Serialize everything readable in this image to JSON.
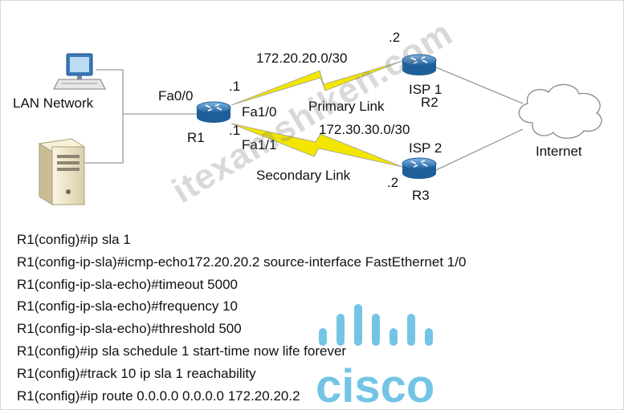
{
  "diagram": {
    "nodes": {
      "lan": {
        "label": "LAN Network"
      },
      "r1": {
        "label": "R1"
      },
      "r2": {
        "label": "R2",
        "role": "ISP 1"
      },
      "r3": {
        "label": "R3",
        "role": "ISP 2"
      },
      "internet": {
        "label": "Internet"
      }
    },
    "interfaces": {
      "fa00": "Fa0/0",
      "fa10": "Fa1/0",
      "fa11": "Fa1/1"
    },
    "links": {
      "primary": {
        "label": "Primary Link",
        "network": "172.20.20.0/30",
        "r1_host": ".1",
        "isp_host": ".2"
      },
      "secondary": {
        "label": "Secondary Link",
        "network": "172.30.30.0/30",
        "r1_host": ".1",
        "isp_host": ".2"
      }
    },
    "colors": {
      "link_bolt": "#f2e600",
      "router": "#2c7fc0",
      "server": "#f1e8c8"
    }
  },
  "config_lines": [
    "R1(config)#ip sla 1",
    "R1(config-ip-sla)#icmp-echo172.20.20.2 source-interface FastEthernet 1/0",
    "R1(config-ip-sla-echo)#timeout 5000",
    "R1(config-ip-sla-echo)#frequency 10",
    "R1(config-ip-sla-echo)#threshold 500",
    "R1(config)#ip sla schedule 1 start-time now life forever",
    "R1(config)#track 10 ip sla 1 reachability",
    "R1(config)#ip route 0.0.0.0 0.0.0.0 172.20.20.2"
  ],
  "watermark": {
    "site": "itexamshiken.com",
    "logo": "cisco"
  }
}
